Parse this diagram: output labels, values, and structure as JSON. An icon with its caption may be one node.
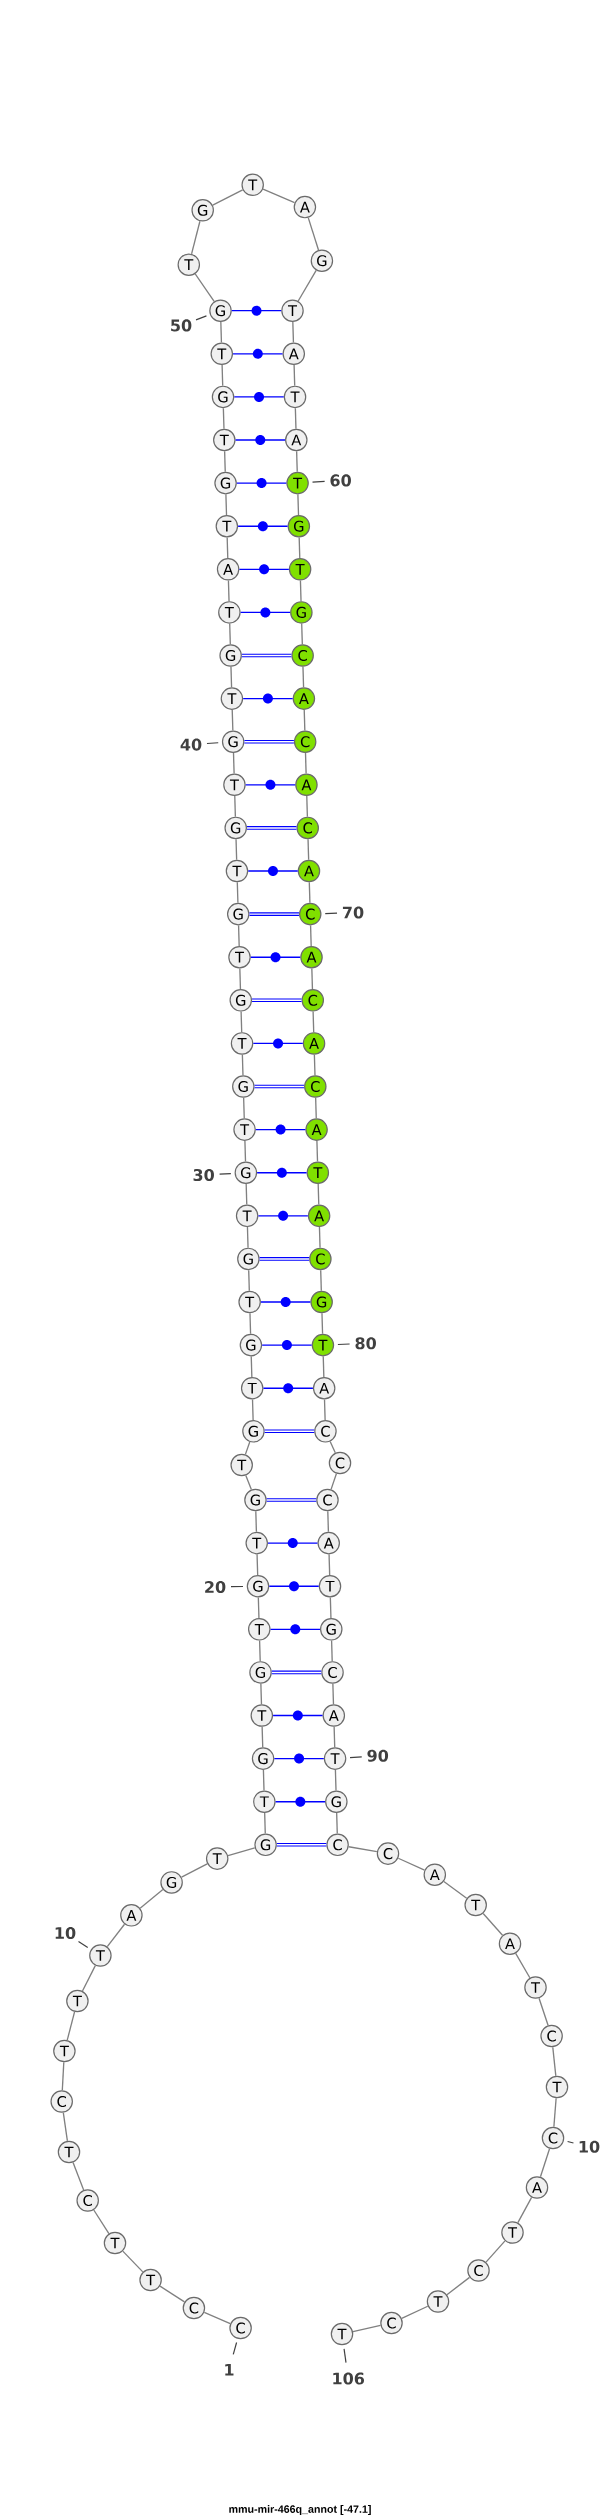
{
  "diagram": {
    "caption": "mmu-mir-466q_annot [-47.1]",
    "nodes": [
      {
        "text": [
          "C"
        ],
        "beside": [
          "1"
        ]
      },
      {
        "text": [
          "C"
        ]
      },
      {
        "text": [
          "T"
        ]
      },
      {
        "text": [
          "T"
        ]
      },
      {
        "text": [
          "C"
        ]
      },
      {
        "text": [
          "T"
        ]
      },
      {
        "text": [
          "C"
        ]
      },
      {
        "text": [
          "T"
        ]
      },
      {
        "text": [
          "T"
        ]
      },
      {
        "text": [
          "T"
        ],
        "beside": [
          "10"
        ]
      },
      {
        "text": [
          "A"
        ]
      },
      {
        "text": [
          "G"
        ]
      },
      {
        "text": [
          "T"
        ]
      },
      {
        "text": [
          "G"
        ]
      },
      {
        "text": [
          "T"
        ]
      },
      {
        "text": [
          "G"
        ]
      },
      {
        "text": [
          "T"
        ]
      },
      {
        "text": [
          "G"
        ]
      },
      {
        "text": [
          "T"
        ]
      },
      {
        "text": [
          "G"
        ],
        "beside": [
          "20"
        ]
      },
      {
        "text": [
          "T"
        ]
      },
      {
        "text": [
          "G"
        ]
      },
      {
        "text": [
          "T"
        ]
      },
      {
        "text": [
          "G"
        ]
      },
      {
        "text": [
          "T"
        ]
      },
      {
        "text": [
          "G"
        ]
      },
      {
        "text": [
          "T"
        ]
      },
      {
        "text": [
          "G"
        ]
      },
      {
        "text": [
          "T"
        ]
      },
      {
        "text": [
          "G"
        ],
        "beside": [
          "30"
        ]
      },
      {
        "text": [
          "T"
        ]
      },
      {
        "text": [
          "G"
        ]
      },
      {
        "text": [
          "T"
        ]
      },
      {
        "text": [
          "G"
        ]
      },
      {
        "text": [
          "T"
        ]
      },
      {
        "text": [
          "G"
        ]
      },
      {
        "text": [
          "T"
        ]
      },
      {
        "text": [
          "G"
        ]
      },
      {
        "text": [
          "T"
        ]
      },
      {
        "text": [
          "G"
        ],
        "beside": [
          "40"
        ]
      },
      {
        "text": [
          "T"
        ]
      },
      {
        "text": [
          "G"
        ]
      },
      {
        "text": [
          "T"
        ]
      },
      {
        "text": [
          "A"
        ]
      },
      {
        "text": [
          "T"
        ]
      },
      {
        "text": [
          "G"
        ]
      },
      {
        "text": [
          "T"
        ]
      },
      {
        "text": [
          "G"
        ]
      },
      {
        "text": [
          "T"
        ]
      },
      {
        "text": [
          "G"
        ],
        "beside": [
          "50"
        ]
      },
      {
        "text": [
          "T"
        ]
      },
      {
        "text": [
          "G"
        ]
      },
      {
        "text": [
          "T"
        ]
      },
      {
        "text": [
          "A"
        ]
      },
      {
        "text": [
          "G"
        ]
      },
      {
        "text": [
          "T"
        ]
      },
      {
        "text": [
          "A"
        ]
      },
      {
        "text": [
          "T"
        ]
      },
      {
        "text": [
          "A"
        ]
      },
      {
        "text": [
          "T"
        ],
        "beside": [
          "60"
        ]
      },
      {
        "text": [
          "G"
        ]
      },
      {
        "text": [
          "T"
        ]
      },
      {
        "text": [
          "G"
        ]
      },
      {
        "text": [
          "C"
        ]
      },
      {
        "text": [
          "A"
        ]
      },
      {
        "text": [
          "C"
        ]
      },
      {
        "text": [
          "A"
        ]
      },
      {
        "text": [
          "C"
        ]
      },
      {
        "text": [
          "A"
        ]
      },
      {
        "text": [
          "C"
        ],
        "beside": [
          "70"
        ]
      },
      {
        "text": [
          "A"
        ]
      },
      {
        "text": [
          "C"
        ]
      },
      {
        "text": [
          "A"
        ]
      },
      {
        "text": [
          "C"
        ]
      },
      {
        "text": [
          "A"
        ]
      },
      {
        "text": [
          "T"
        ]
      },
      {
        "text": [
          "A"
        ]
      },
      {
        "text": [
          "C"
        ]
      },
      {
        "text": [
          "G"
        ]
      },
      {
        "text": [
          "T"
        ],
        "beside": [
          "80"
        ]
      },
      {
        "text": [
          "A"
        ]
      },
      {
        "text": [
          "C"
        ]
      },
      {
        "text": [
          "C"
        ]
      },
      {
        "text": [
          "C"
        ]
      },
      {
        "text": [
          "A"
        ]
      },
      {
        "text": [
          "T"
        ]
      },
      {
        "text": [
          "G"
        ]
      },
      {
        "text": [
          "C"
        ]
      },
      {
        "text": [
          "A"
        ]
      },
      {
        "text": [
          "T"
        ],
        "beside": [
          "90"
        ]
      },
      {
        "text": [
          "G"
        ]
      },
      {
        "text": [
          "C"
        ]
      },
      {
        "text": [
          "C"
        ]
      },
      {
        "text": [
          "A"
        ]
      },
      {
        "text": [
          "T"
        ]
      },
      {
        "text": [
          "A"
        ]
      },
      {
        "text": [
          "T"
        ]
      },
      {
        "text": [
          "C"
        ]
      },
      {
        "text": [
          "T"
        ]
      },
      {
        "text": [
          "C"
        ],
        "beside": [
          "10"
        ]
      },
      {
        "text": [
          "A"
        ]
      },
      {
        "text": [
          "T"
        ]
      },
      {
        "text": [
          "C"
        ]
      },
      {
        "text": [
          "T"
        ]
      },
      {
        "text": [
          "C"
        ]
      },
      {
        "text": [
          "T"
        ],
        "beside": [
          "106"
        ]
      }
    ],
    "edges": [
      {
        "from": 0,
        "to": 1,
        "arrow": "none"
      },
      {
        "from": 1,
        "to": 2,
        "arrow": "none"
      },
      {
        "from": 2,
        "to": 3,
        "arrow": "none"
      },
      {
        "from": 3,
        "to": 4,
        "arrow": "none"
      },
      {
        "from": 4,
        "to": 5,
        "arrow": "none"
      },
      {
        "from": 5,
        "to": 6,
        "arrow": "none"
      },
      {
        "from": 6,
        "to": 7,
        "arrow": "none"
      },
      {
        "from": 7,
        "to": 8,
        "arrow": "none"
      },
      {
        "from": 8,
        "to": 9,
        "arrow": "none"
      },
      {
        "from": 9,
        "to": 10,
        "arrow": "none"
      },
      {
        "from": 10,
        "to": 11,
        "arrow": "none"
      },
      {
        "from": 11,
        "to": 12,
        "arrow": "none"
      },
      {
        "from": 12,
        "to": 13,
        "arrow": "none"
      },
      {
        "from": 13,
        "to": 14,
        "arrow": "none"
      },
      {
        "from": 14,
        "to": 15,
        "arrow": "none"
      },
      {
        "from": 15,
        "to": 16,
        "arrow": "none"
      },
      {
        "from": 16,
        "to": 17,
        "arrow": "none"
      },
      {
        "from": 17,
        "to": 18,
        "arrow": "none"
      },
      {
        "from": 18,
        "to": 19,
        "arrow": "none"
      },
      {
        "from": 19,
        "to": 20,
        "arrow": "none"
      },
      {
        "from": 20,
        "to": 21,
        "arrow": "none"
      },
      {
        "from": 21,
        "to": 22,
        "arrow": "none"
      },
      {
        "from": 22,
        "to": 23,
        "arrow": "none"
      },
      {
        "from": 23,
        "to": 24,
        "arrow": "none"
      },
      {
        "from": 24,
        "to": 25,
        "arrow": "none"
      },
      {
        "from": 25,
        "to": 26,
        "arrow": "none"
      },
      {
        "from": 26,
        "to": 27,
        "arrow": "none"
      },
      {
        "from": 27,
        "to": 28,
        "arrow": "none"
      },
      {
        "from": 28,
        "to": 29,
        "arrow": "none"
      },
      {
        "from": 29,
        "to": 30,
        "arrow": "none"
      },
      {
        "from": 30,
        "to": 31,
        "arrow": "none"
      },
      {
        "from": 31,
        "to": 32,
        "arrow": "none"
      },
      {
        "from": 32,
        "to": 33,
        "arrow": "none"
      },
      {
        "from": 33,
        "to": 34,
        "arrow": "none"
      },
      {
        "from": 34,
        "to": 35,
        "arrow": "none"
      },
      {
        "from": 35,
        "to": 36,
        "arrow": "none"
      },
      {
        "from": 36,
        "to": 37,
        "arrow": "none"
      },
      {
        "from": 37,
        "to": 38,
        "arrow": "none"
      },
      {
        "from": 38,
        "to": 39,
        "arrow": "none"
      },
      {
        "from": 39,
        "to": 40,
        "arrow": "none"
      },
      {
        "from": 40,
        "to": 41,
        "arrow": "none"
      },
      {
        "from": 41,
        "to": 42,
        "arrow": "none"
      },
      {
        "from": 42,
        "to": 43,
        "arrow": "none"
      },
      {
        "from": 43,
        "to": 44,
        "arrow": "none"
      },
      {
        "from": 44,
        "to": 45,
        "arrow": "none"
      },
      {
        "from": 45,
        "to": 46,
        "arrow": "none"
      },
      {
        "from": 46,
        "to": 47,
        "arrow": "none"
      },
      {
        "from": 47,
        "to": 48,
        "arrow": "none"
      },
      {
        "from": 48,
        "to": 49,
        "arrow": "none"
      },
      {
        "from": 49,
        "to": 50,
        "arrow": "none"
      },
      {
        "from": 50,
        "to": 51,
        "arrow": "none"
      },
      {
        "from": 51,
        "to": 52,
        "arrow": "none"
      },
      {
        "from": 52,
        "to": 53,
        "arrow": "none"
      },
      {
        "from": 53,
        "to": 54,
        "arrow": "none"
      },
      {
        "from": 54,
        "to": 55,
        "arrow": "none"
      },
      {
        "from": 55,
        "to": 56,
        "arrow": "none"
      },
      {
        "from": 56,
        "to": 57,
        "arrow": "none"
      },
      {
        "from": 57,
        "to": 58,
        "arrow": "none"
      },
      {
        "from": 58,
        "to": 59,
        "arrow": "none"
      },
      {
        "from": 59,
        "to": 60,
        "arrow": "none"
      },
      {
        "from": 60,
        "to": 61,
        "arrow": "none"
      },
      {
        "from": 61,
        "to": 62,
        "arrow": "none"
      },
      {
        "from": 62,
        "to": 63,
        "arrow": "none"
      },
      {
        "from": 63,
        "to": 64,
        "arrow": "none"
      },
      {
        "from": 64,
        "to": 65,
        "arrow": "none"
      },
      {
        "from": 65,
        "to": 66,
        "arrow": "none"
      },
      {
        "from": 66,
        "to": 67,
        "arrow": "none"
      },
      {
        "from": 67,
        "to": 68,
        "arrow": "none"
      },
      {
        "from": 68,
        "to": 69,
        "arrow": "none"
      },
      {
        "from": 69,
        "to": 70,
        "arrow": "none"
      },
      {
        "from": 70,
        "to": 71,
        "arrow": "none"
      },
      {
        "from": 71,
        "to": 72,
        "arrow": "none"
      },
      {
        "from": 72,
        "to": 73,
        "arrow": "none"
      },
      {
        "from": 73,
        "to": 74,
        "arrow": "none"
      },
      {
        "from": 74,
        "to": 75,
        "arrow": "none"
      },
      {
        "from": 75,
        "to": 76,
        "arrow": "none"
      },
      {
        "from": 76,
        "to": 77,
        "arrow": "none"
      },
      {
        "from": 77,
        "to": 78,
        "arrow": "none"
      },
      {
        "from": 78,
        "to": 79,
        "arrow": "none"
      },
      {
        "from": 79,
        "to": 80,
        "arrow": "none"
      },
      {
        "from": 80,
        "to": 81,
        "arrow": "none"
      },
      {
        "from": 81,
        "to": 82,
        "arrow": "none"
      },
      {
        "from": 82,
        "to": 83,
        "arrow": "none"
      },
      {
        "from": 83,
        "to": 84,
        "arrow": "none"
      },
      {
        "from": 84,
        "to": 85,
        "arrow": "none"
      },
      {
        "from": 85,
        "to": 86,
        "arrow": "none"
      },
      {
        "from": 86,
        "to": 87,
        "arrow": "none"
      },
      {
        "from": 87,
        "to": 88,
        "arrow": "none"
      },
      {
        "from": 88,
        "to": 89,
        "arrow": "none"
      },
      {
        "from": 89,
        "to": 90,
        "arrow": "none"
      },
      {
        "from": 90,
        "to": 91,
        "arrow": "none"
      },
      {
        "from": 91,
        "to": 92,
        "arrow": "none"
      },
      {
        "from": 92,
        "to": 93,
        "arrow": "none"
      },
      {
        "from": 93,
        "to": 94,
        "arrow": "none"
      },
      {
        "from": 94,
        "to": 95,
        "arrow": "none"
      },
      {
        "from": 95,
        "to": 96,
        "arrow": "none"
      },
      {
        "from": 96,
        "to": 97,
        "arrow": "none"
      },
      {
        "from": 97,
        "to": 98,
        "arrow": "none"
      },
      {
        "from": 98,
        "to": 99,
        "arrow": "none"
      },
      {
        "from": 99,
        "to": 100,
        "arrow": "none"
      },
      {
        "from": 100,
        "to": 101,
        "arrow": "none"
      },
      {
        "from": 101,
        "to": 102,
        "arrow": "none"
      },
      {
        "from": 102,
        "to": 103,
        "arrow": "none"
      },
      {
        "from": 103,
        "to": 104,
        "arrow": "none"
      },
      {
        "from": 104,
        "to": 105,
        "arrow": "none"
      },
      {
        "from": 49,
        "to": 55,
        "arrow": "none",
        "color": "#0000ff"
      },
      {
        "from": 48,
        "to": 56,
        "arrow": "none",
        "color": "#0000ff"
      },
      {
        "from": 47,
        "to": 57,
        "arrow": "none",
        "color": "#0000ff"
      },
      {
        "from": 46,
        "to": 58,
        "arrow": "none",
        "color": "#0000ff"
      },
      {
        "from": 45,
        "to": 59,
        "arrow": "none",
        "color": "#0000ff"
      },
      {
        "from": 44,
        "to": 60,
        "arrow": "none",
        "color": "#0000ff"
      },
      {
        "from": 43,
        "to": 61,
        "arrow": "none",
        "color": "#0000ff"
      },
      {
        "from": 42,
        "to": 62,
        "arrow": "none",
        "color": "#0000ff"
      },
      {
        "from": 41,
        "to": 63,
        "arrow": "none",
        "color": "#0000ff"
      },
      {
        "from": 40,
        "to": 64,
        "arrow": "none",
        "color": "#0000ff"
      },
      {
        "from": 39,
        "to": 65,
        "arrow": "none",
        "color": "#0000ff"
      },
      {
        "from": 38,
        "to": 66,
        "arrow": "none",
        "color": "#0000ff"
      },
      {
        "from": 37,
        "to": 67,
        "arrow": "none",
        "color": "#0000ff"
      },
      {
        "from": 36,
        "to": 68,
        "arrow": "none",
        "color": "#0000ff"
      },
      {
        "from": 35,
        "to": 69,
        "arrow": "none",
        "color": "#0000ff"
      },
      {
        "from": 34,
        "to": 70,
        "arrow": "none",
        "color": "#0000ff"
      },
      {
        "from": 33,
        "to": 71,
        "arrow": "none",
        "color": "#0000ff"
      },
      {
        "from": 32,
        "to": 72,
        "arrow": "none",
        "color": "#0000ff"
      },
      {
        "from": 31,
        "to": 73,
        "arrow": "none",
        "color": "#0000ff"
      },
      {
        "from": 30,
        "to": 74,
        "arrow": "none",
        "color": "#0000ff"
      },
      {
        "from": 29,
        "to": 75,
        "arrow": "none",
        "color": "#0000ff"
      },
      {
        "from": 28,
        "to": 76,
        "arrow": "none",
        "color": "#0000ff"
      },
      {
        "from": 27,
        "to": 77,
        "arrow": "none",
        "color": "#0000ff"
      },
      {
        "from": 26,
        "to": 78,
        "arrow": "none",
        "color": "#0000ff"
      },
      {
        "from": 25,
        "to": 79,
        "arrow": "none",
        "color": "#0000ff"
      },
      {
        "from": 24,
        "to": 80,
        "arrow": "none",
        "color": "#0000ff"
      },
      {
        "from": 23,
        "to": 81,
        "arrow": "none",
        "color": "#0000ff"
      },
      {
        "from": 21,
        "to": 83,
        "arrow": "none",
        "color": "#0000ff"
      },
      {
        "from": 20,
        "to": 84,
        "arrow": "none",
        "color": "#0000ff"
      },
      {
        "from": 19,
        "to": 85,
        "arrow": "none",
        "color": "#0000ff"
      },
      {
        "from": 18,
        "to": 86,
        "arrow": "none",
        "color": "#0000ff"
      },
      {
        "from": 17,
        "to": 87,
        "arrow": "none",
        "color": "#0000ff"
      },
      {
        "from": 16,
        "to": 88,
        "arrow": "none",
        "color": "#0000ff"
      },
      {
        "from": 15,
        "to": 89,
        "arrow": "none",
        "color": "#0000ff"
      },
      {
        "from": 14,
        "to": 90,
        "arrow": "none",
        "color": "#0000ff"
      },
      {
        "from": 13,
        "to": 91,
        "arrow": "none",
        "color": "#0000ff"
      }
    ]
  }
}
